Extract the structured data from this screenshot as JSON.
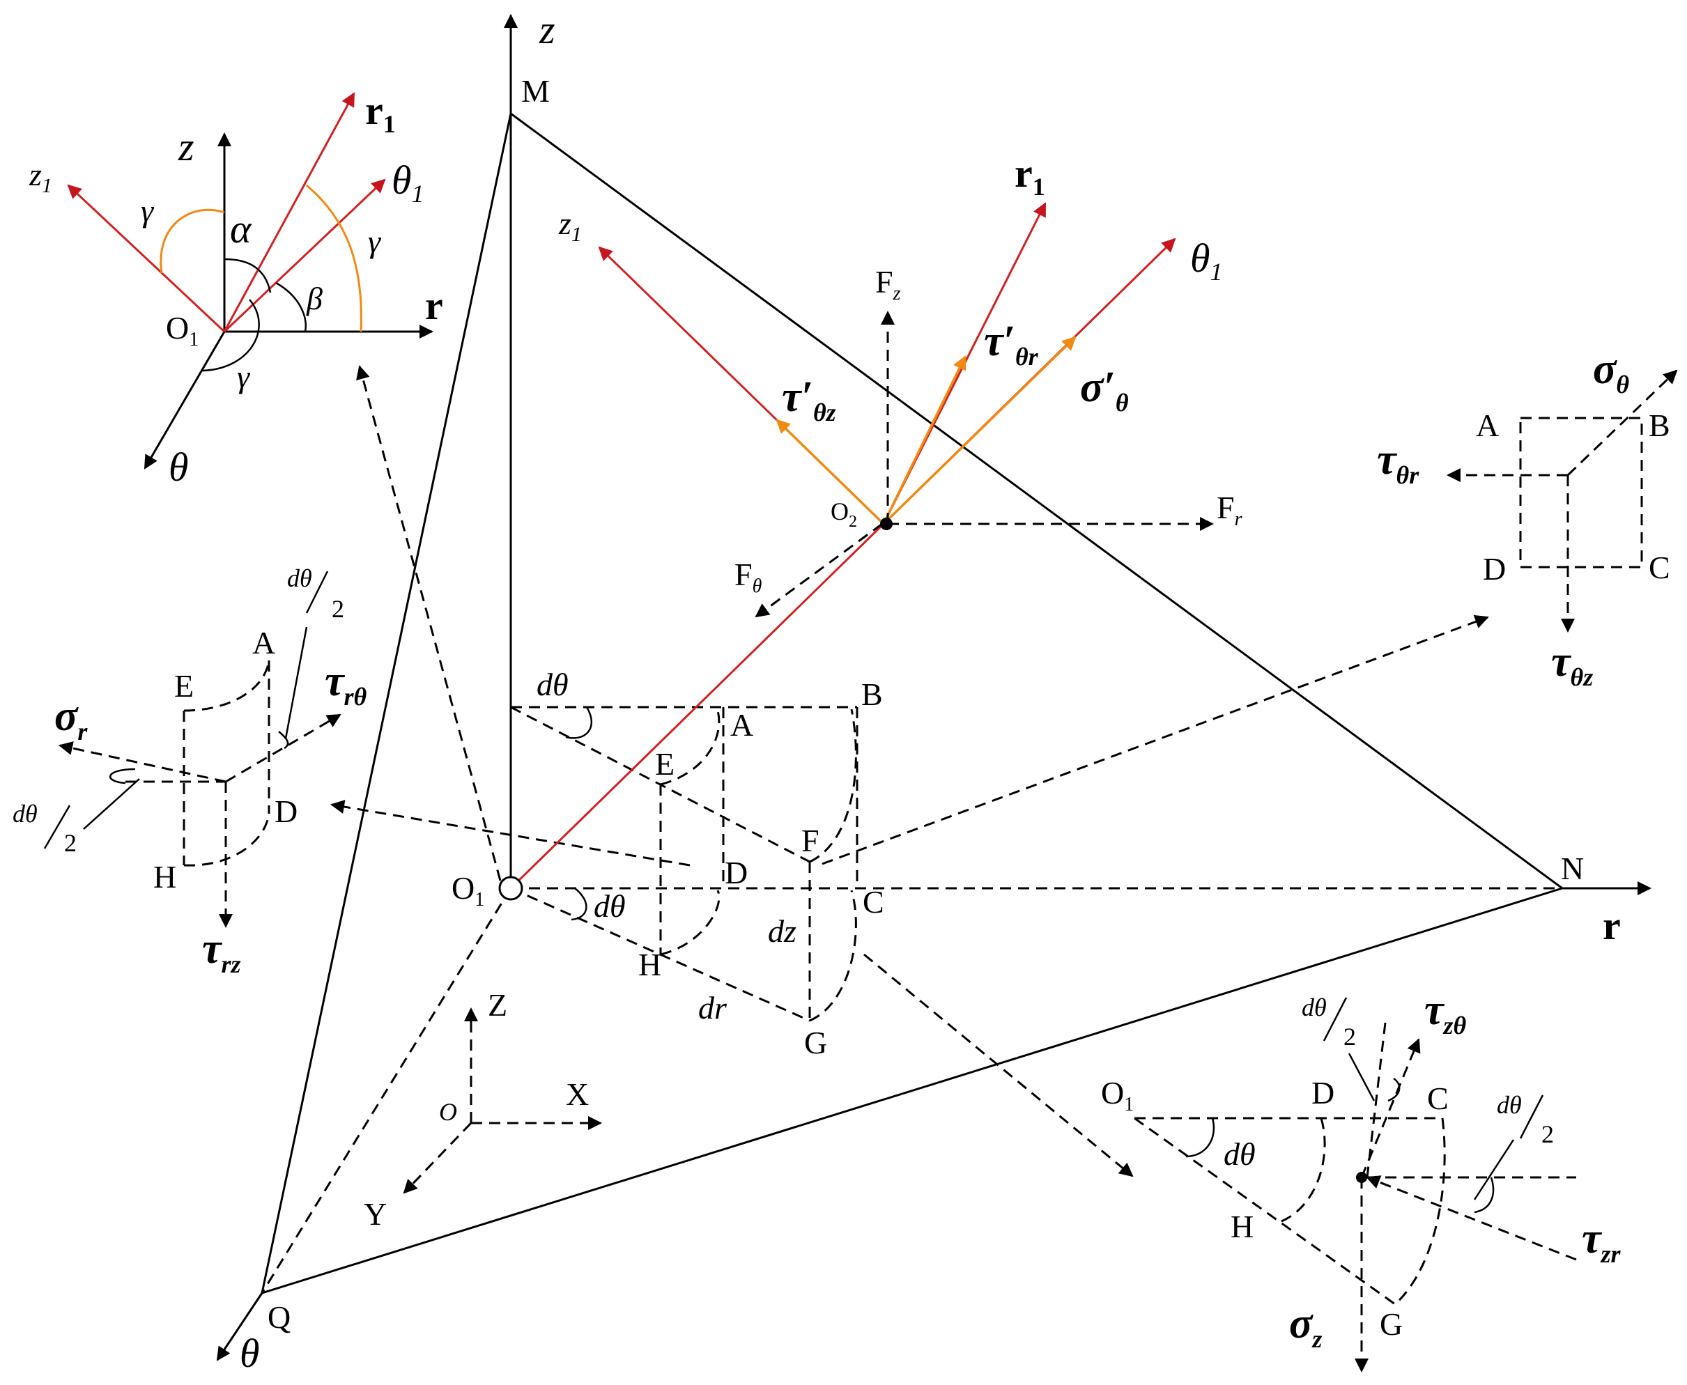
{
  "colors": {
    "line": "#000000",
    "red_axis": "#d32020",
    "orange_vector": "#f08a12",
    "background": "#ffffff"
  },
  "labels": {
    "inset_tl": {
      "z1": "z",
      "z1_sub": "1",
      "r1": "r",
      "r1_sub": "1",
      "theta1": "θ",
      "theta1_sub": "1",
      "z": "z",
      "r": "r",
      "theta": "θ",
      "O1": "O",
      "O1_sub": "1",
      "alpha": "α",
      "beta": "β",
      "gamma1": "γ",
      "gamma2": "γ",
      "gamma3": "γ"
    },
    "main": {
      "z": "z",
      "r": "r",
      "theta": "θ",
      "M": "M",
      "N": "N",
      "Q": "Q",
      "O1": "O",
      "O1_sub": "1",
      "O2": "O",
      "O2_sub": "2",
      "z1": "z",
      "z1_sub": "1",
      "r1": "r",
      "r1_sub": "1",
      "theta1": "θ",
      "theta1_sub": "1",
      "Fz": "F",
      "Fz_sub": "z",
      "Fr": "F",
      "Fr_sub": "r",
      "Ftheta": "F",
      "Ftheta_sub": "θ",
      "tau_tz": "τ′",
      "tau_tz_sub": "θz",
      "tau_tr": "τ′",
      "tau_tr_sub": "θr",
      "sigma_t": "σ′",
      "sigma_t_sub": "θ",
      "A": "A",
      "B": "B",
      "C": "C",
      "D": "D",
      "E": "E",
      "F": "F",
      "G": "G",
      "H": "H",
      "dtheta1": "dθ",
      "dtheta2": "dθ",
      "dz": "dz",
      "dr": "dr"
    },
    "global_axes": {
      "Z": "Z",
      "X": "X",
      "Y": "Y",
      "O": "O"
    },
    "inset_left": {
      "A": "A",
      "E": "E",
      "D": "D",
      "H": "H",
      "sigma_r": "σ",
      "sigma_r_sub": "r",
      "tau_rt": "τ",
      "tau_rt_sub": "rθ",
      "tau_rz": "τ",
      "tau_rz_sub": "rz",
      "half_top_num": "dθ",
      "half_top_den": "2",
      "half_bot_num": "dθ",
      "half_bot_den": "2"
    },
    "inset_right": {
      "A": "A",
      "B": "B",
      "C": "C",
      "D": "D",
      "sigma_t": "σ",
      "sigma_t_sub": "θ",
      "tau_tr": "τ",
      "tau_tr_sub": "θr",
      "tau_tz": "τ",
      "tau_tz_sub": "θz"
    },
    "inset_bottom": {
      "O1": "O",
      "O1_sub": "1",
      "D": "D",
      "C": "C",
      "H": "H",
      "G": "G",
      "dtheta": "dθ",
      "tau_zt": "τ",
      "tau_zt_sub": "zθ",
      "tau_zr": "τ",
      "tau_zr_sub": "zr",
      "sigma_z": "σ",
      "sigma_z_sub": "z",
      "half_a_num": "dθ",
      "half_a_den": "2",
      "half_b_num": "dθ",
      "half_b_den": "2"
    }
  }
}
